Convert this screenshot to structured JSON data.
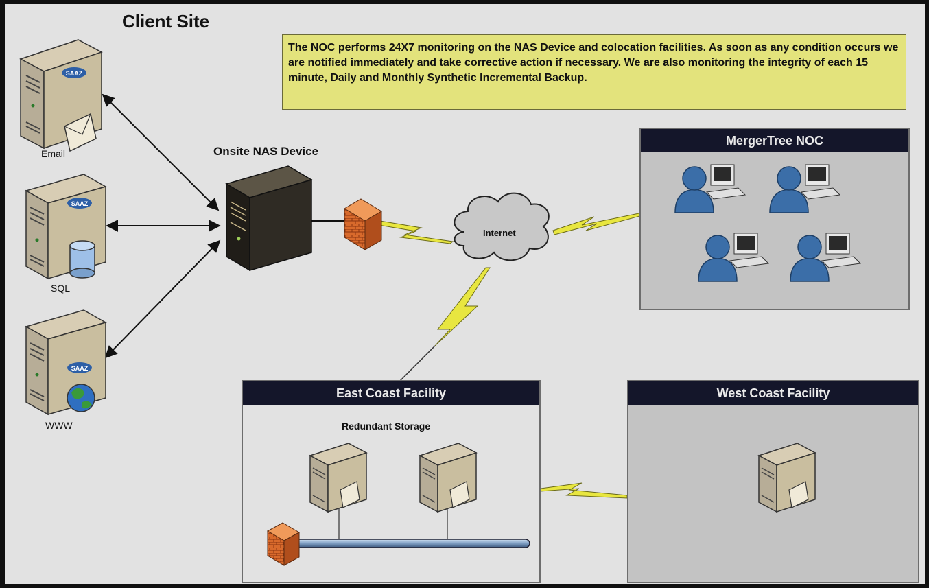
{
  "client_site": {
    "title": "Client Site"
  },
  "note": {
    "text": "The NOC performs 24X7 monitoring on the NAS Device and colocation facilities.  As soon as any condition occurs we are notified immediately and take corrective action if necessary.  We are also monitoring the integrity of each 15 minute, Daily and Monthly Synthetic Incremental Backup."
  },
  "servers": [
    {
      "label": "Email",
      "badge": "SAAZ"
    },
    {
      "label": "SQL",
      "badge": "SAAZ"
    },
    {
      "label": "WWW",
      "badge": "SAAZ"
    }
  ],
  "nas": {
    "title": "Onsite NAS Device"
  },
  "internet": {
    "label": "Internet"
  },
  "noc": {
    "title": "MergerTree NOC"
  },
  "east": {
    "title": "East Coast Facility",
    "subtitle": "Redundant Storage"
  },
  "west": {
    "title": "West Coast Facility"
  },
  "colors": {
    "background": "#e2e2e2",
    "note_fill": "#e3e37c",
    "panel_header": "#14162a",
    "panel_fill": "#c3c3c3",
    "lightning": "#e8e640",
    "firewall": "#d96a2a",
    "person": "#3b6ea8"
  }
}
